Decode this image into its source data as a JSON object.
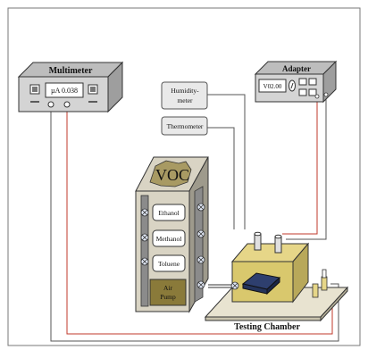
{
  "multimeter": {
    "title": "Multimeter",
    "reading": "µA 0.038"
  },
  "adapter": {
    "title": "Adapter",
    "reading": "V02.00"
  },
  "humidity_meter": {
    "label_line1": "Humidity-",
    "label_line2": "meter"
  },
  "thermometer": {
    "label": "Thermometer"
  },
  "voc_box": {
    "title": "VOC",
    "bottles": [
      "Ethanol",
      "Methanol",
      "Toluene"
    ],
    "pump_line1": "Air",
    "pump_line2": "Pump"
  },
  "testing_chamber": {
    "label": "Testing Chamber"
  },
  "colors": {
    "red_wire": "#c0392b",
    "gray_wire": "#555555",
    "device_body": "#d4d4d4",
    "pump": "#8a7a3a"
  }
}
